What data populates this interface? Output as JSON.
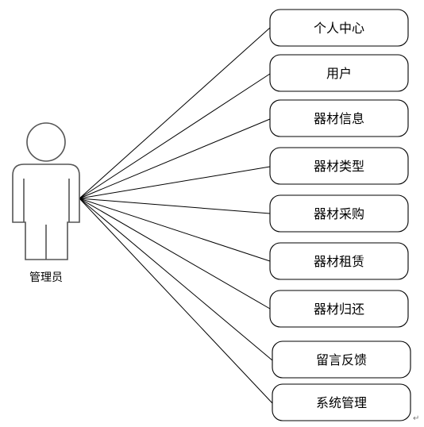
{
  "actor": {
    "label": "管理员"
  },
  "use_cases": [
    {
      "label": "个人中心"
    },
    {
      "label": "用户"
    },
    {
      "label": "器材信息"
    },
    {
      "label": "器材类型"
    },
    {
      "label": "器材采购"
    },
    {
      "label": "器材租赁"
    },
    {
      "label": "器材归还"
    },
    {
      "label": "留言反馈"
    },
    {
      "label": "系统管理"
    }
  ],
  "paragraph_mark": "↵"
}
